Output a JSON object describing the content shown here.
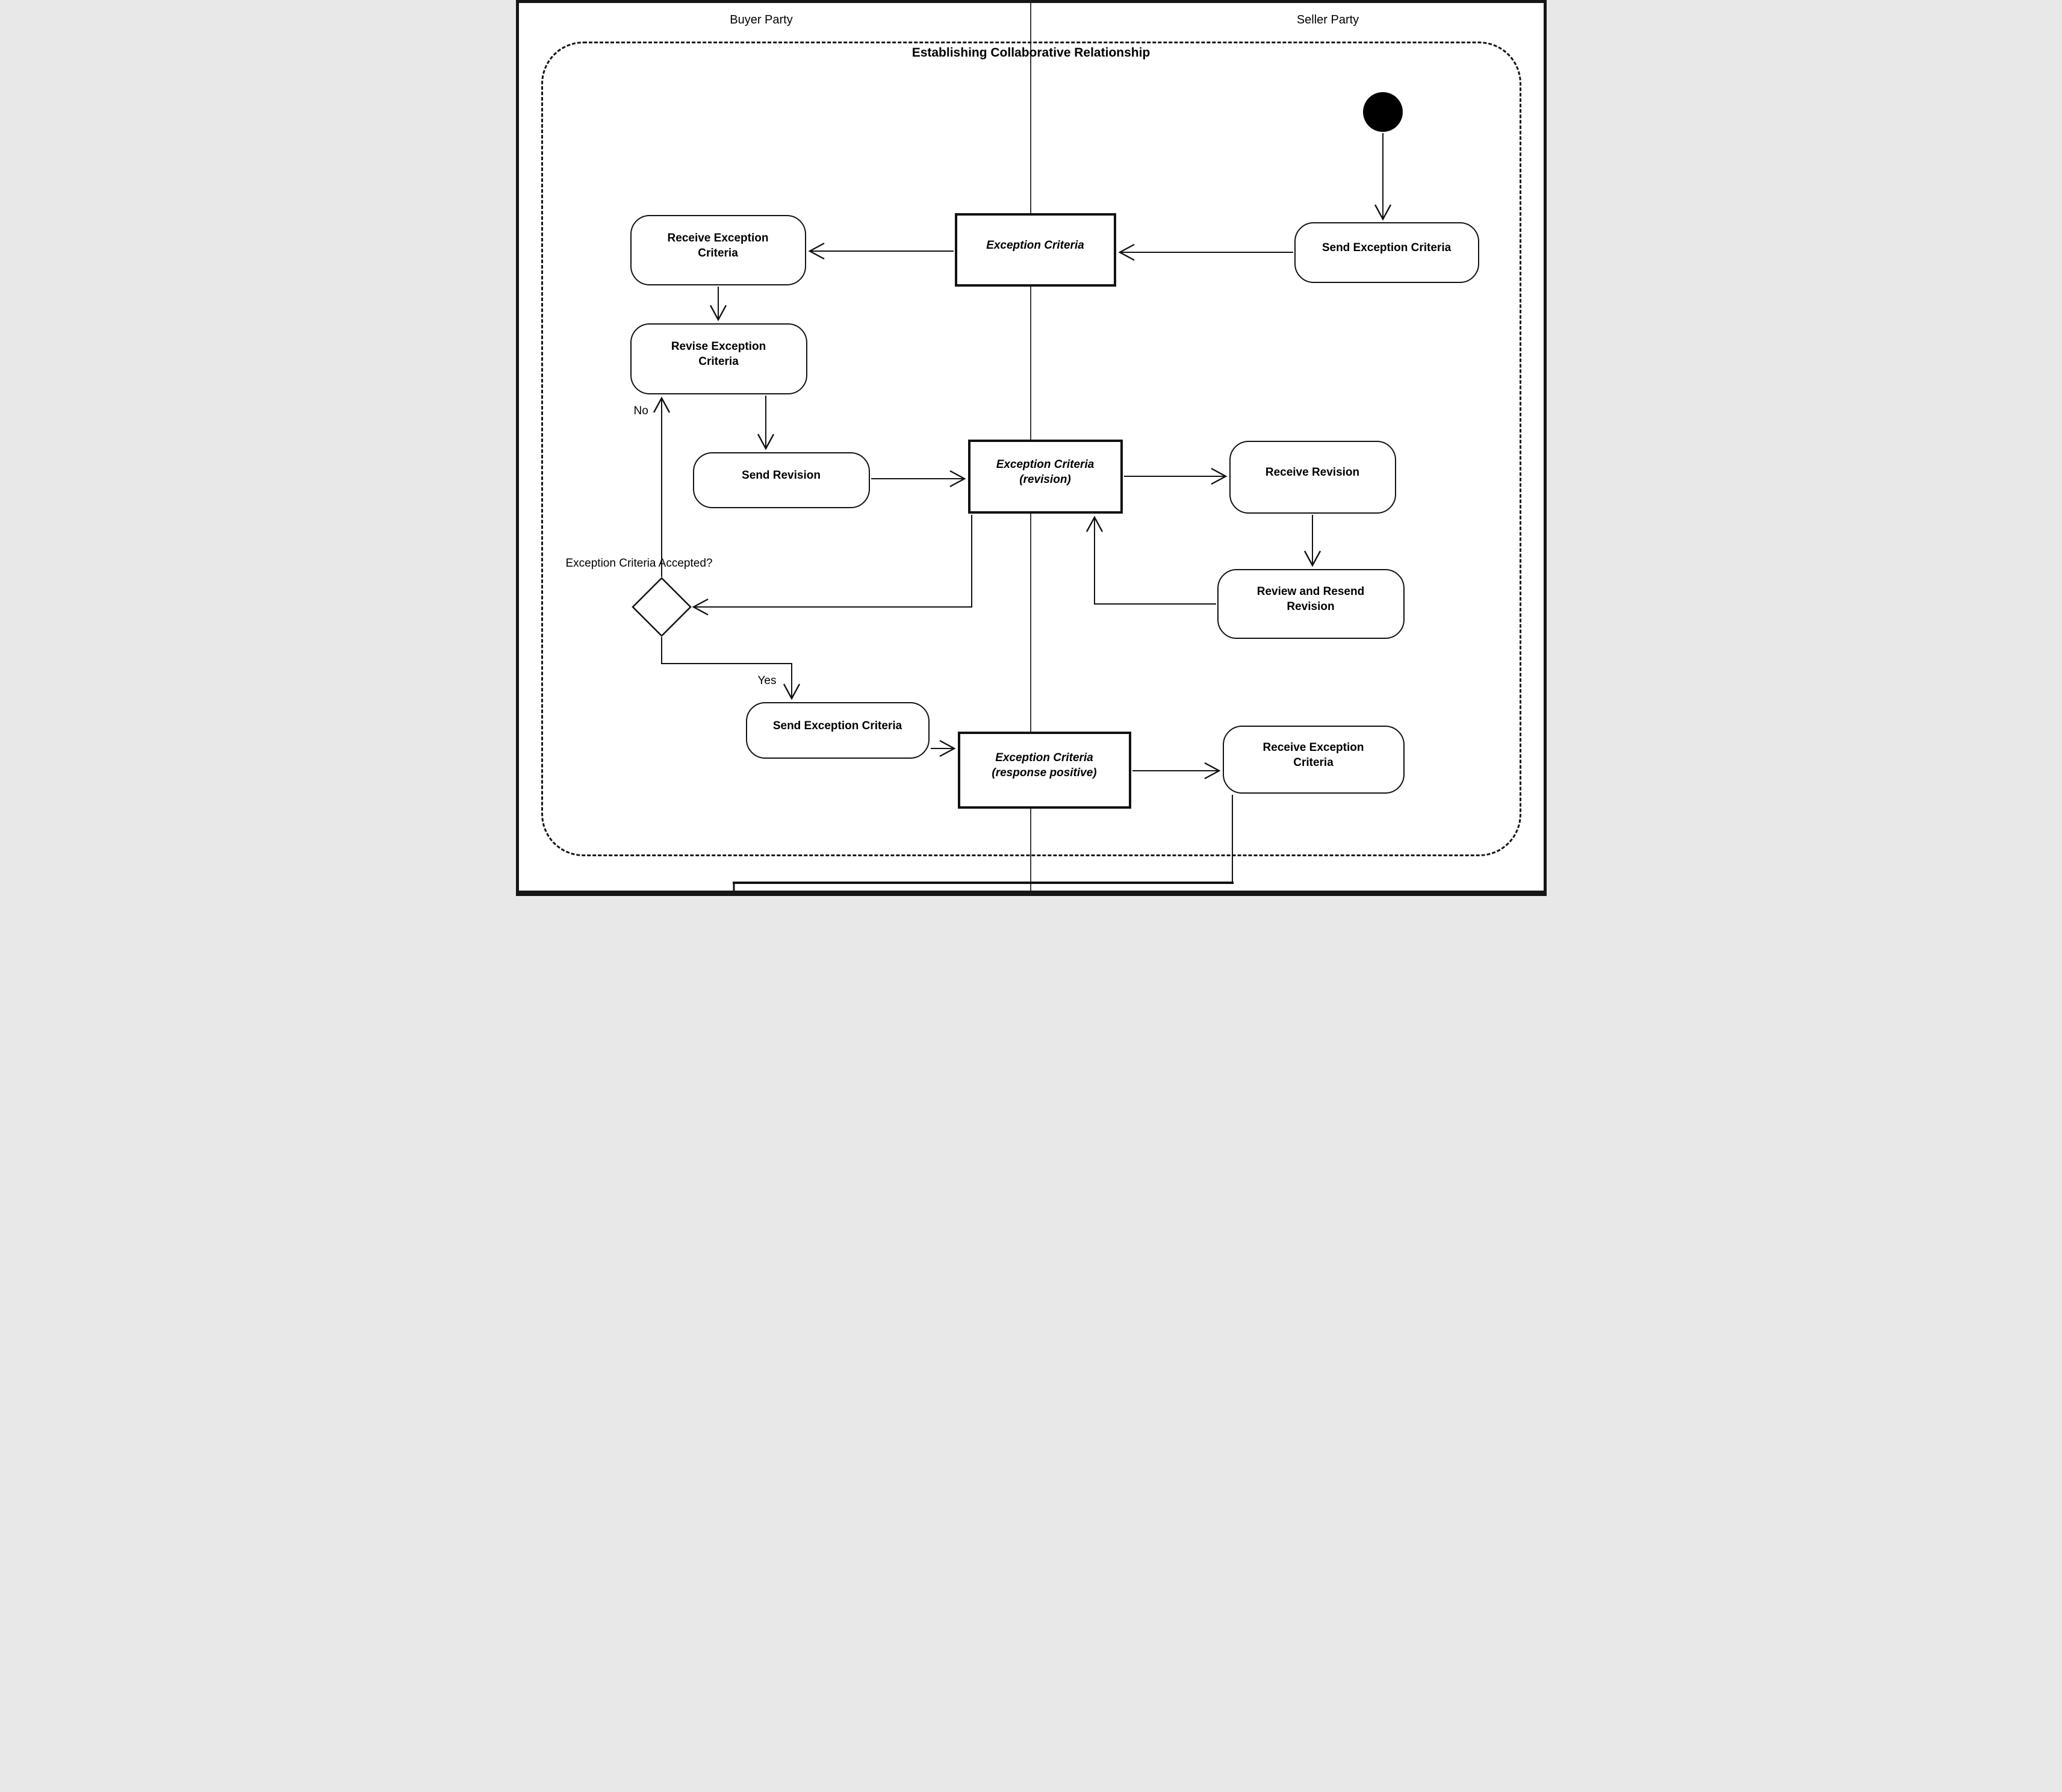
{
  "header": {
    "buyer_lane": "Buyer Party",
    "seller_lane": "Seller Party",
    "activity_title": "Establishing Collaborative Relationship"
  },
  "nodes": {
    "send_exception_criteria_top": {
      "label": "Send Exception Criteria"
    },
    "exception_criteria": {
      "label": "Exception Criteria"
    },
    "receive_exception_criteria_top": {
      "label": "Receive Exception Criteria"
    },
    "revise_exception_criteria": {
      "label": "Revise Exception Criteria"
    },
    "send_revision": {
      "label": "Send Revision"
    },
    "exception_criteria_revision": {
      "label": "Exception Criteria (revision)"
    },
    "receive_revision": {
      "label": "Receive Revision"
    },
    "review_and_resend_revision": {
      "label": "Review and Resend Revision"
    },
    "send_exception_criteria_bottom": {
      "label": "Send Exception Criteria"
    },
    "exception_criteria_response_positive": {
      "label": "Exception Criteria (response positive)"
    },
    "receive_exception_criteria_bottom": {
      "label": "Receive Exception Criteria"
    }
  },
  "edge_labels": {
    "decision_question": "Exception Criteria Accepted?",
    "no": "No",
    "yes": "Yes"
  },
  "colors": {
    "line": "#111111",
    "background": "#ffffff",
    "node_fill": "#ffffff"
  }
}
